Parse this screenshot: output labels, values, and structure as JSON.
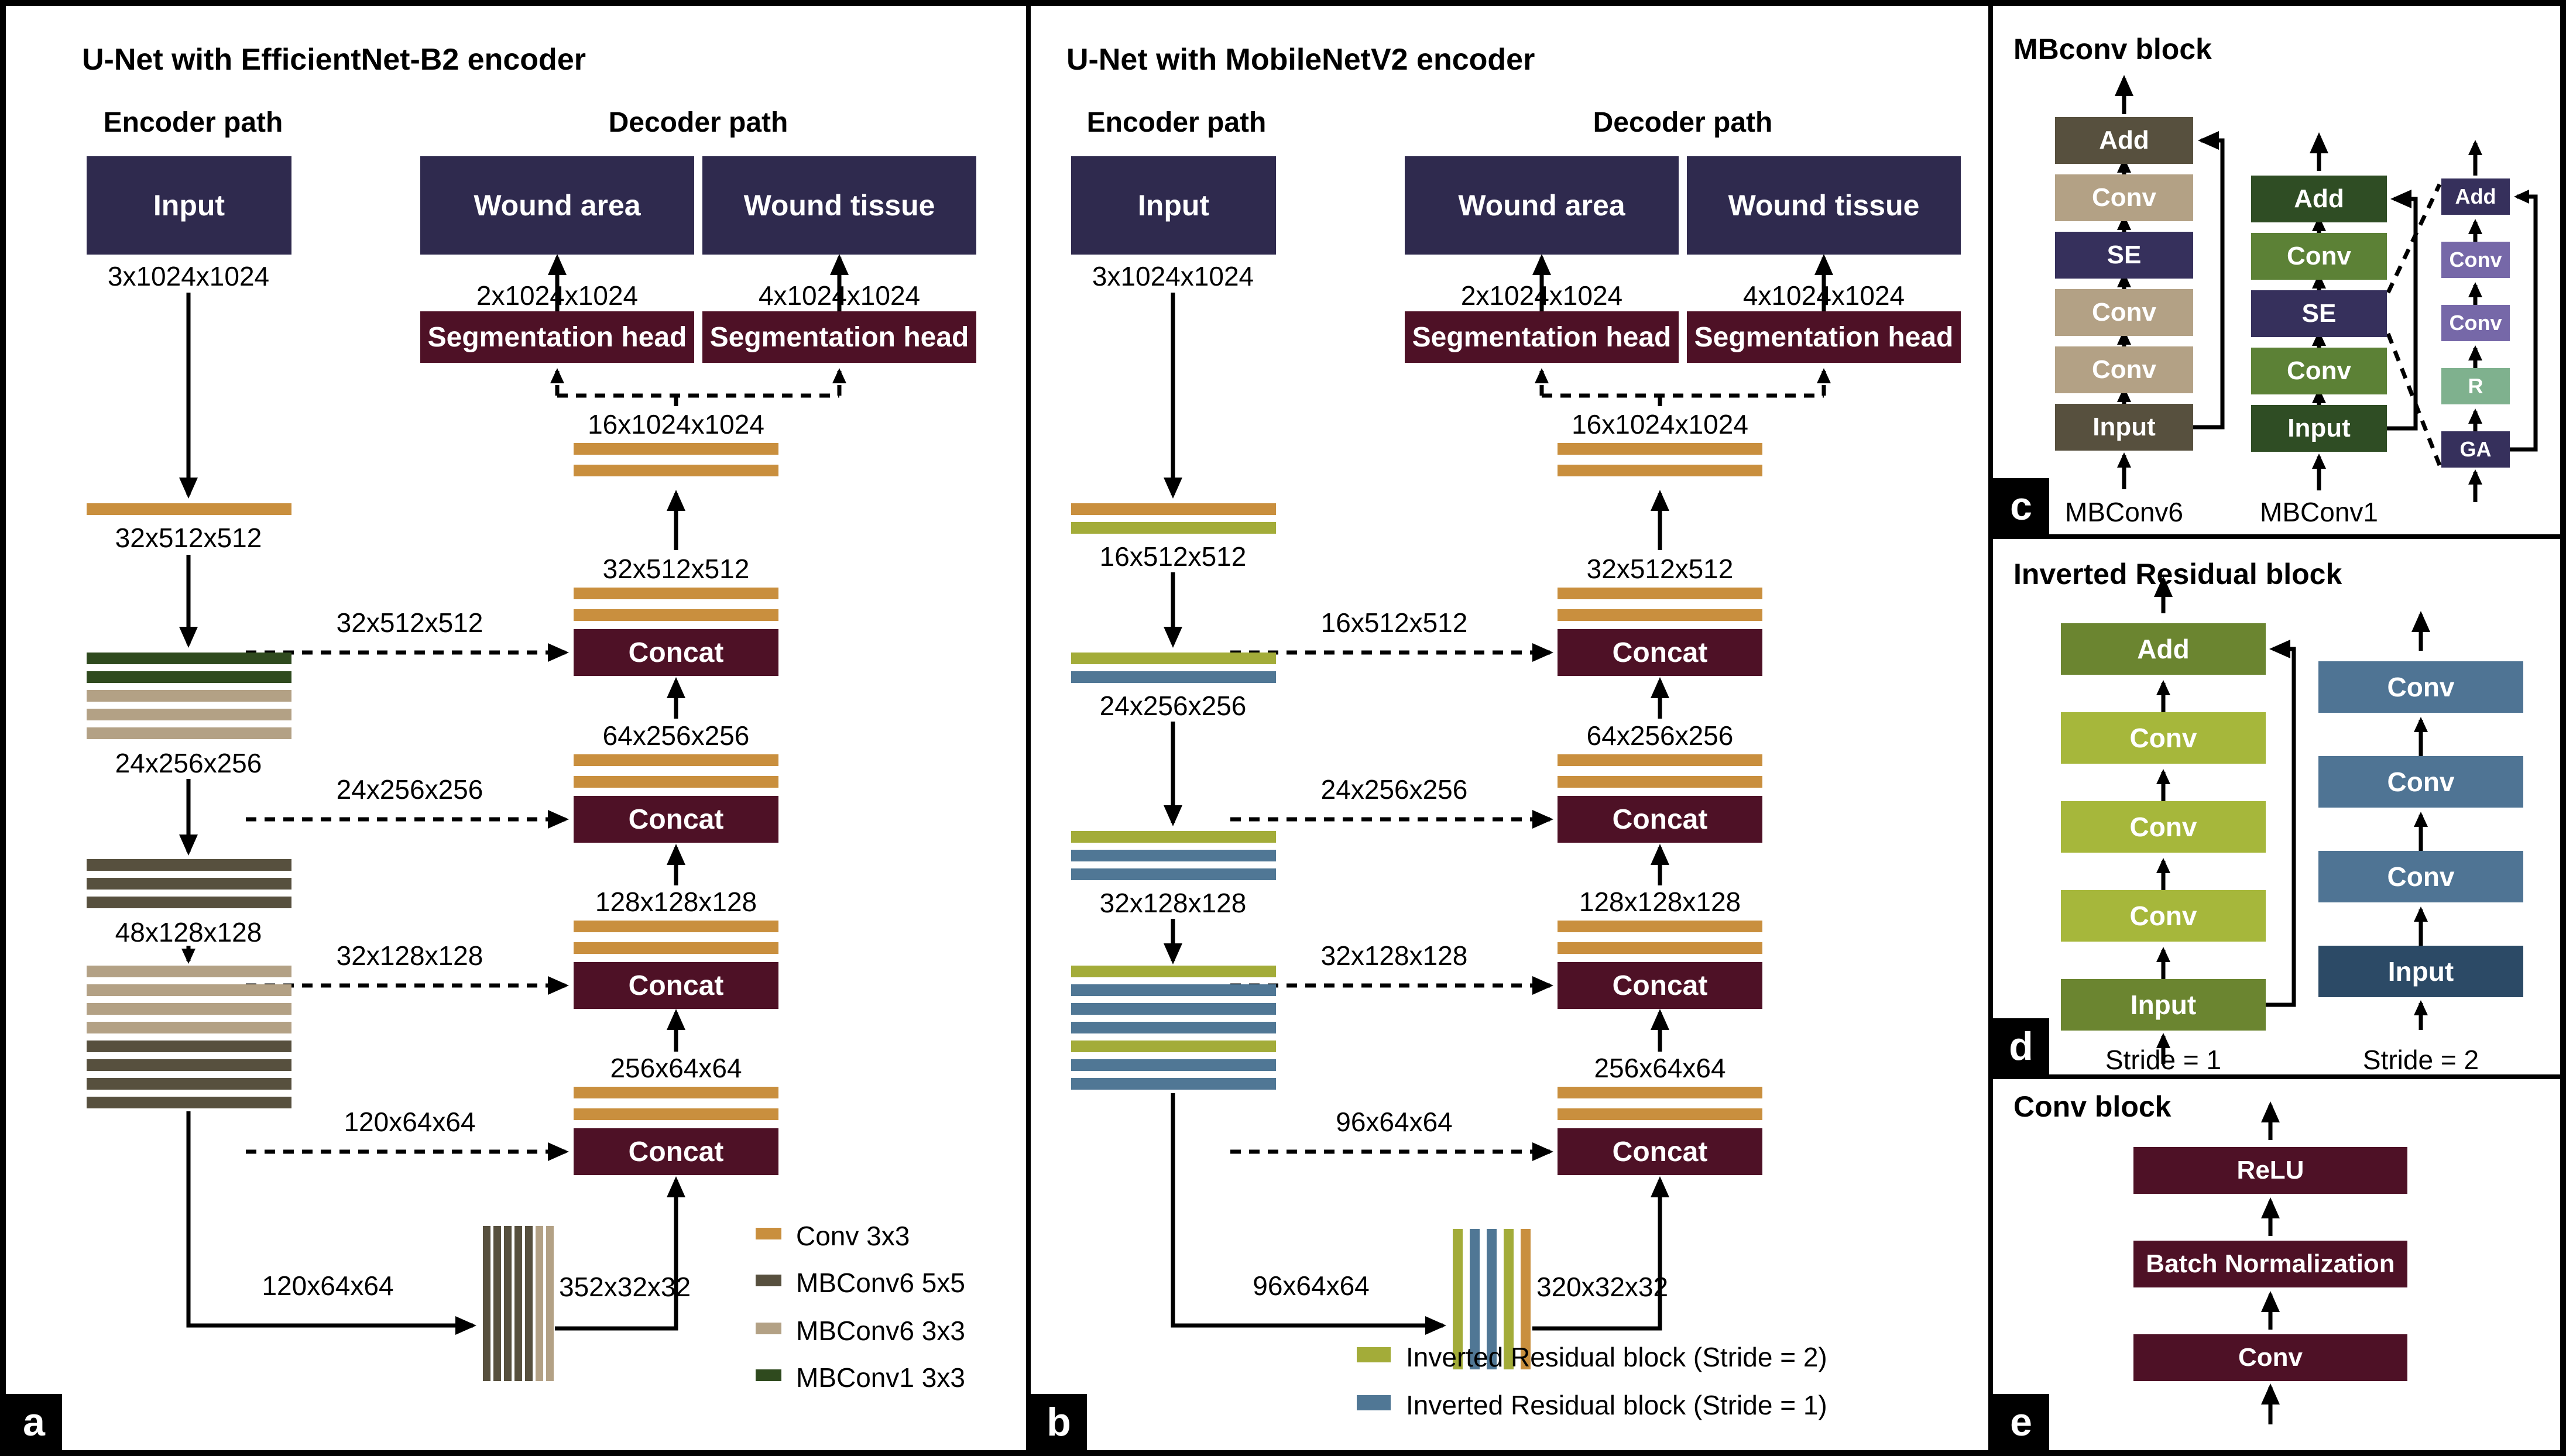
{
  "palette": {
    "conv3x3": "#C98F3E",
    "mbconv6_5x5": "#57503E",
    "mbconv6_3x3": "#B3A185",
    "mbconv1_3x3": "#2F4A1E",
    "irb_stride2": "#A3AC39",
    "irb_stride1": "#507795",
    "io_box": "#2F2A4E",
    "head_box": "#4E1126",
    "se_navy": "#36305C",
    "se_purple": "#7668A8",
    "se_sage": "#7FB18E",
    "mbconv1_green": "#5C8136",
    "mbconv1_dark": "#2F4D24",
    "ir_left_dark": "#6B8530",
    "ir_left_light": "#A6B73B",
    "ir_right_dark": "#2C4A66",
    "ir_right_light": "#4F7494"
  },
  "panel_a": {
    "letter": "a",
    "title": "U-Net with EfficientNet-B2 encoder",
    "encoder_header": "Encoder path",
    "decoder_header": "Decoder path",
    "input_label": "Input",
    "input_dim": "3x1024x1024",
    "outputs": [
      {
        "label": "Wound area",
        "dim": "2x1024x1024"
      },
      {
        "label": "Wound tissue",
        "dim": "4x1024x1024"
      }
    ],
    "seg_head_label": "Segmentation head",
    "encoder_stages": [
      {
        "dim": "32x512x512",
        "bars": [
          "conv3x3"
        ]
      },
      {
        "dim": "24x256x256",
        "bars": [
          "mbconv1_3x3",
          "mbconv1_3x3",
          "mbconv6_3x3",
          "mbconv6_3x3",
          "mbconv6_3x3"
        ]
      },
      {
        "dim": "48x128x128",
        "bars": [
          "mbconv6_5x5",
          "mbconv6_5x5",
          "mbconv6_5x5"
        ]
      },
      {
        "dim": "",
        "bars": [
          "mbconv6_3x3",
          "mbconv6_3x3",
          "mbconv6_3x3",
          "mbconv6_3x3",
          "mbconv6_5x5",
          "mbconv6_5x5",
          "mbconv6_5x5",
          "mbconv6_5x5"
        ]
      }
    ],
    "skips": [
      "32x512x512",
      "24x256x256",
      "32x128x128",
      "120x64x64"
    ],
    "bottleneck": {
      "in_dim": "120x64x64",
      "out_dim": "352x32x32",
      "bars": [
        "mbconv6_5x5",
        "mbconv6_5x5",
        "mbconv6_5x5",
        "mbconv6_5x5",
        "mbconv6_5x5",
        "mbconv6_3x3",
        "mbconv6_3x3"
      ]
    },
    "decoder_levels": [
      {
        "dim": "16x1024x1024"
      },
      {
        "dim": "32x512x512",
        "concat": "Concat"
      },
      {
        "dim": "64x256x256",
        "concat": "Concat"
      },
      {
        "dim": "128x128x128",
        "concat": "Concat"
      },
      {
        "dim": "256x64x64",
        "concat": "Concat"
      }
    ],
    "legend": [
      {
        "type": "conv3x3",
        "label": "Conv 3x3"
      },
      {
        "type": "mbconv6_5x5",
        "label": "MBConv6 5x5"
      },
      {
        "type": "mbconv6_3x3",
        "label": "MBConv6 3x3"
      },
      {
        "type": "mbconv1_3x3",
        "label": "MBConv1 3x3"
      }
    ]
  },
  "panel_b": {
    "letter": "b",
    "title": "U-Net with MobileNetV2 encoder",
    "encoder_header": "Encoder path",
    "decoder_header": "Decoder path",
    "input_label": "Input",
    "input_dim": "3x1024x1024",
    "outputs": [
      {
        "label": "Wound area",
        "dim": "2x1024x1024"
      },
      {
        "label": "Wound tissue",
        "dim": "4x1024x1024"
      }
    ],
    "seg_head_label": "Segmentation head",
    "encoder_stages": [
      {
        "dim": "16x512x512",
        "bars": [
          "conv3x3",
          "irb_stride2"
        ]
      },
      {
        "dim": "24x256x256",
        "bars": [
          "irb_stride2",
          "irb_stride1"
        ]
      },
      {
        "dim": "32x128x128",
        "bars": [
          "irb_stride2",
          "irb_stride1",
          "irb_stride1"
        ]
      },
      {
        "dim": "",
        "bars": [
          "irb_stride2",
          "irb_stride1",
          "irb_stride1",
          "irb_stride1",
          "irb_stride2",
          "irb_stride1",
          "irb_stride1"
        ]
      }
    ],
    "skips": [
      "16x512x512",
      "24x256x256",
      "32x128x128",
      "96x64x64"
    ],
    "bottleneck": {
      "in_dim": "96x64x64",
      "out_dim": "320x32x32",
      "bars": [
        "irb_stride2",
        "irb_stride1",
        "irb_stride1",
        "irb_stride2",
        "conv3x3"
      ]
    },
    "decoder_levels": [
      {
        "dim": "16x1024x1024"
      },
      {
        "dim": "32x512x512",
        "concat": "Concat"
      },
      {
        "dim": "64x256x256",
        "concat": "Concat"
      },
      {
        "dim": "128x128x128",
        "concat": "Concat"
      },
      {
        "dim": "256x64x64",
        "concat": "Concat"
      }
    ],
    "legend": [
      {
        "type": "irb_stride2",
        "label": "Inverted Residual block (Stride = 2)"
      },
      {
        "type": "irb_stride1",
        "label": "Inverted Residual block (Stride = 1)"
      }
    ]
  },
  "panel_c": {
    "letter": "c",
    "title": "MBconv block",
    "mbconv6": {
      "caption": "MBConv6",
      "boxes": [
        {
          "label": "Add",
          "type": "mbconv6_5x5"
        },
        {
          "label": "Conv",
          "type": "mbconv6_3x3"
        },
        {
          "label": "SE",
          "type": "se_navy"
        },
        {
          "label": "Conv",
          "type": "mbconv6_3x3"
        },
        {
          "label": "Conv",
          "type": "mbconv6_3x3"
        },
        {
          "label": "Input",
          "type": "mbconv6_5x5"
        }
      ]
    },
    "mbconv1": {
      "caption": "MBConv1",
      "boxes": [
        {
          "label": "Add",
          "type": "mbconv1_dark"
        },
        {
          "label": "Conv",
          "type": "mbconv1_green"
        },
        {
          "label": "SE",
          "type": "se_navy"
        },
        {
          "label": "Conv",
          "type": "mbconv1_green"
        },
        {
          "label": "Input",
          "type": "mbconv1_dark"
        }
      ]
    },
    "se_detail": {
      "boxes": [
        {
          "label": "Add",
          "type": "se_navy"
        },
        {
          "label": "Conv",
          "type": "se_purple"
        },
        {
          "label": "Conv",
          "type": "se_purple"
        },
        {
          "label": "R",
          "type": "se_sage"
        },
        {
          "label": "GA",
          "type": "se_navy"
        }
      ]
    }
  },
  "panel_d": {
    "letter": "d",
    "title": "Inverted Residual block",
    "stride1": {
      "caption": "Stride = 1",
      "boxes": [
        {
          "label": "Add",
          "type": "ir_left_dark"
        },
        {
          "label": "Conv",
          "type": "ir_left_light"
        },
        {
          "label": "Conv",
          "type": "ir_left_light"
        },
        {
          "label": "Conv",
          "type": "ir_left_light"
        },
        {
          "label": "Input",
          "type": "ir_left_dark"
        }
      ]
    },
    "stride2": {
      "caption": "Stride = 2",
      "boxes": [
        {
          "label": "Conv",
          "type": "ir_right_light"
        },
        {
          "label": "Conv",
          "type": "ir_right_light"
        },
        {
          "label": "Conv",
          "type": "ir_right_light"
        },
        {
          "label": "Input",
          "type": "ir_right_dark"
        }
      ]
    }
  },
  "panel_e": {
    "letter": "e",
    "title": "Conv block",
    "boxes": [
      {
        "label": "ReLU"
      },
      {
        "label": "Batch Normalization"
      },
      {
        "label": "Conv"
      }
    ]
  }
}
